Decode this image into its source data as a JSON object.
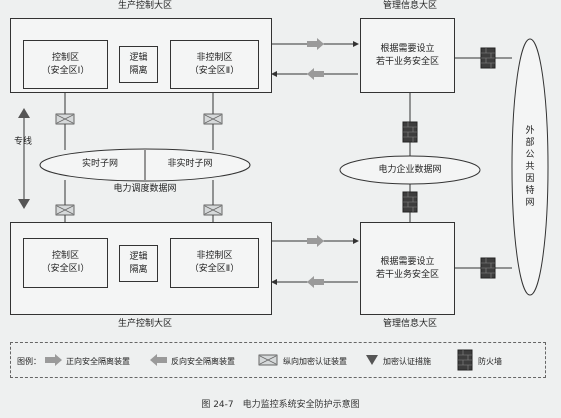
{
  "zones": {
    "top_production": "生产控制大区",
    "bottom_production": "生产控制大区",
    "top_management": "管理信息大区",
    "bottom_management": "管理信息大区"
  },
  "top": {
    "control": "控制区\n（安全区Ⅰ）",
    "isolation": "逻辑\n隔离",
    "noncontrol": "非控制区\n（安全区Ⅱ）",
    "management": "根据需要设立\n若干业务安全区"
  },
  "bottom": {
    "control": "控制区\n（安全区Ⅰ）",
    "isolation": "逻辑\n隔离",
    "noncontrol": "非控制区\n（安全区Ⅱ）",
    "management": "根据需要设立\n若干业务安全区"
  },
  "dedicated_line": "专线",
  "dispatch_network": {
    "realtime": "实时子网",
    "nonrealtime": "非实时子网",
    "name": "电力调度数据网"
  },
  "enterprise_network": "电力企业数据网",
  "internet": "外\n部\n公\n共\n因\n特\n网",
  "legend": {
    "title": "图例：",
    "forward": "正向安全隔离装置",
    "reverse": "反向安全隔离装置",
    "encrypt": "纵向加密认证装置",
    "measure": "加密认证措施",
    "firewall": "防火墙"
  },
  "caption": "图 24-7　电力监控系统安全防护示意图",
  "colors": {
    "line": "#333333",
    "arrow_gray": "#9a9a9a",
    "firewall": "#3a3a3a",
    "background": "#eef0f0"
  }
}
